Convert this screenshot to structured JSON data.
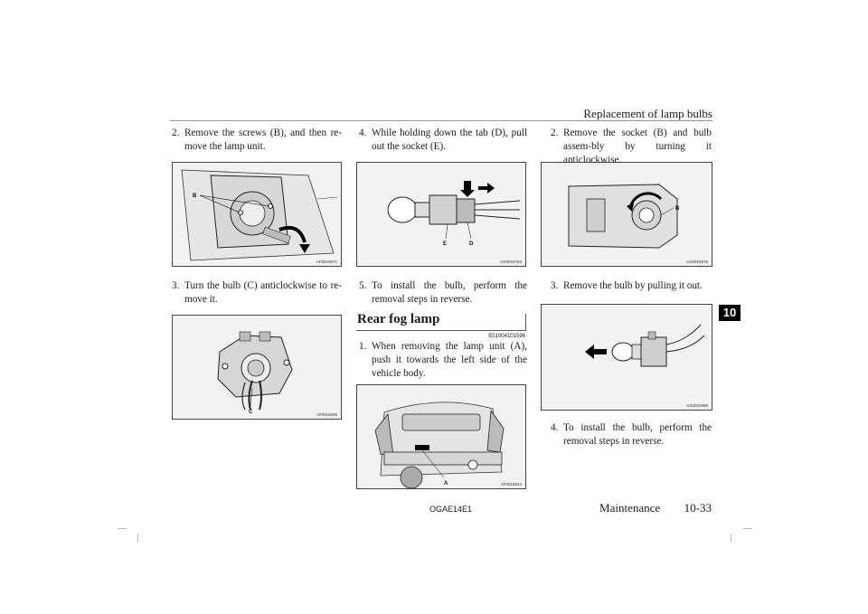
{
  "header": {
    "title": "Replacement of lamp bulbs"
  },
  "column_left": {
    "step2": {
      "num": "2.",
      "text": "Remove the screws (B), and then re-move the lamp unit."
    },
    "fig1": {
      "code": "AF0015971",
      "label_b": "B"
    },
    "step3": {
      "num": "3.",
      "text": "Turn the bulb (C) anticlockwise to re-move it."
    },
    "fig2": {
      "code": "AF0016095",
      "label_c": "C"
    }
  },
  "column_middle": {
    "step4": {
      "num": "4.",
      "text": "While holding down the tab (D), pull out the socket (E)."
    },
    "fig3": {
      "code": "AG0024783",
      "label_e": "E",
      "label_d": "D"
    },
    "step5": {
      "num": "5.",
      "text": "To install the bulb, perform the removal steps in reverse."
    },
    "section": {
      "title": "Rear fog lamp",
      "code": "E01004101596"
    },
    "step1": {
      "num": "1.",
      "text": "When removing the lamp unit (A), push it towards the left side of the vehicle body."
    },
    "fig4": {
      "code": "AF0016024",
      "label_a": "A"
    }
  },
  "column_right": {
    "step2": {
      "num": "2.",
      "text": "Remove the socket (B) and bulb assem-bly by turning it anticlockwise."
    },
    "fig5": {
      "code": "AG0022975",
      "label_b": "B"
    },
    "step3": {
      "num": "3.",
      "text": "Remove the bulb by pulling it out."
    },
    "fig6": {
      "code": "AG0022986"
    },
    "step4": {
      "num": "4.",
      "text": "To install the bulb, perform the removal steps in reverse."
    }
  },
  "chapter_tab": "10",
  "footer": {
    "code": "OGAE14E1",
    "section": "Maintenance",
    "page": "10-33"
  }
}
